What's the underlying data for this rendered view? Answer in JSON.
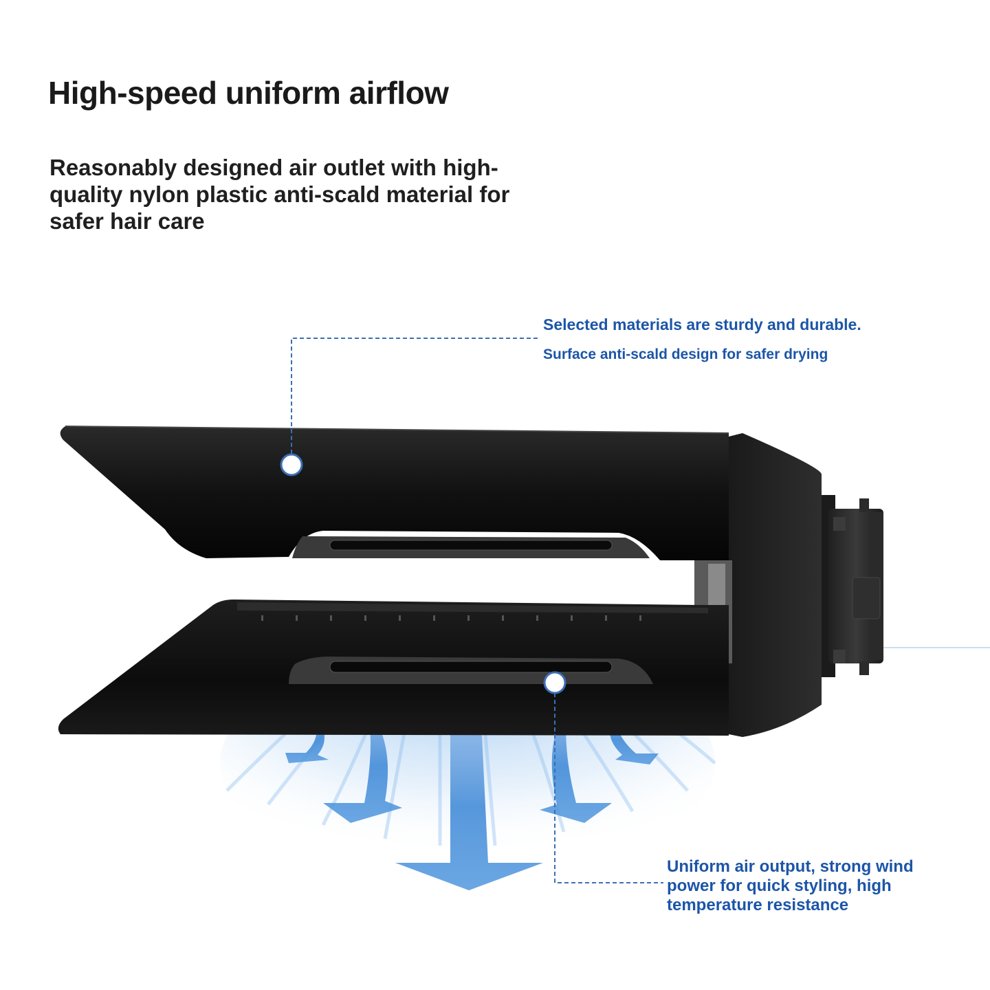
{
  "heading": {
    "title": "High-speed uniform airflow",
    "subtitle": "Reasonably designed air outlet with high-quality nylon plastic anti-scald material for safer hair care"
  },
  "callouts": {
    "top_line1": "Selected materials are sturdy and durable.",
    "top_line2": "Surface anti-scald design for safer drying",
    "bottom": "Uniform air output, strong wind power for quick styling, high temperature resistance"
  },
  "colors": {
    "accent": "#1c55a8",
    "product": "#141414",
    "airflow": "#4a90d9"
  }
}
